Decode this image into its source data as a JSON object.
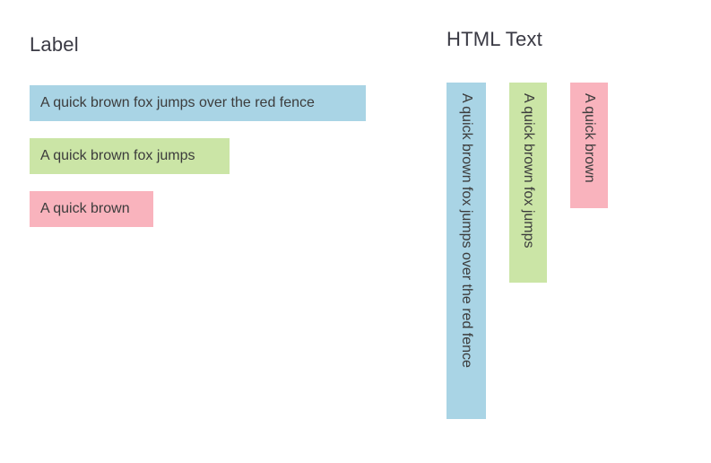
{
  "page": {
    "background_color": "#ffffff",
    "text_color": "#3c3c3c",
    "heading_color": "#3a3a44"
  },
  "label_panel": {
    "title": "Label",
    "bars": [
      {
        "text": "A quick brown fox jumps over the red fence",
        "color": "#a9d4e5"
      },
      {
        "text": "A quick brown fox jumps",
        "color": "#cbe5a6"
      },
      {
        "text": "A quick brown",
        "color": "#f9b3bd"
      }
    ]
  },
  "html_text_panel": {
    "title": "HTML Text",
    "bars": [
      {
        "text": "A quick brown fox jumps over the red fence",
        "color": "#a9d4e5"
      },
      {
        "text": "A quick brown fox jumps",
        "color": "#cbe5a6"
      },
      {
        "text": "A quick brown",
        "color": "#f9b3bd"
      }
    ]
  }
}
